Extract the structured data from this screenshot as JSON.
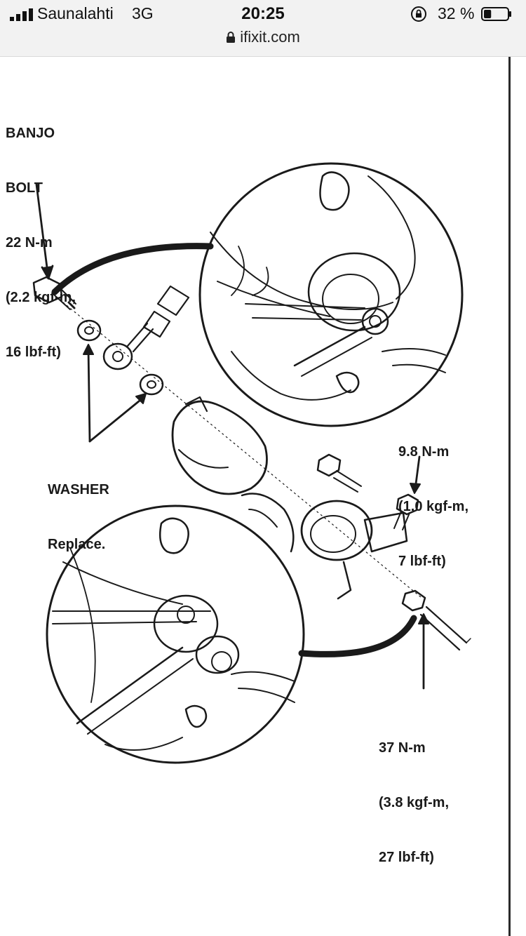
{
  "status_bar": {
    "carrier": "Saunalahti",
    "network": "3G",
    "time": "20:25",
    "battery_percent": "32 %",
    "battery_level": 0.32
  },
  "browser": {
    "url": "ifixit.com"
  },
  "diagram": {
    "banjo_bolt": {
      "line1": "BANJO",
      "line2": "BOLT",
      "line3": "22 N-m",
      "line4": "(2.2 kgf-m,",
      "line5": "16 lbf-ft)"
    },
    "washer": {
      "title": "WASHER",
      "note": "Replace."
    },
    "torque_small": {
      "line1": "9.8 N-m",
      "line2": "(1.0 kgf-m,",
      "line3": "7 lbf-ft)"
    },
    "torque_large": {
      "line1": "37 N-m",
      "line2": "(3.8 kgf-m,",
      "line3": "27 lbf-ft)"
    }
  }
}
